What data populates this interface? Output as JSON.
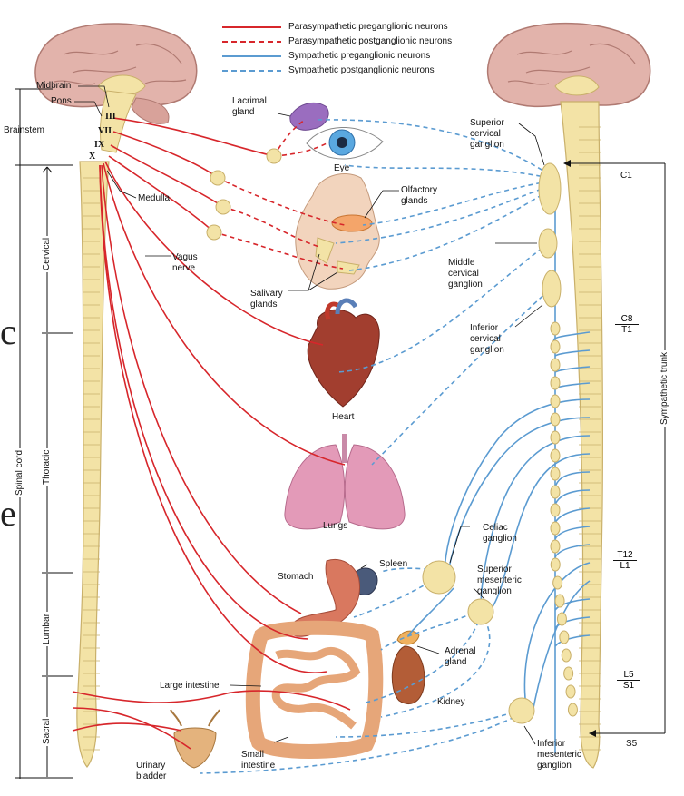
{
  "legend": {
    "parasympathetic_pre": "Parasympathetic preganglionic neurons",
    "parasympathetic_post": "Parasympathetic postganglionic neurons",
    "sympathetic_pre": "Sympathetic preganglionic neurons",
    "sympathetic_post": "Sympathetic postganglionic neurons"
  },
  "colors": {
    "parasympathetic": "#d7262b",
    "sympathetic": "#5b9bd1",
    "spinal_cord": "#f3e3a6",
    "brain": "#e6b8b0"
  },
  "left_labels": {
    "midbrain": "Midbrain",
    "pons": "Pons",
    "brainstem": "Brainstem",
    "medulla": "Medulla",
    "vagus_nerve": "Vagus\nnerve",
    "cranial_nerves": [
      "III",
      "VII",
      "IX",
      "X"
    ],
    "spinal_cord": "Spinal cord",
    "cervical": "Cervical",
    "thoracic": "Thoracic",
    "lumbar": "Lumbar",
    "sacral": "Sacral",
    "cutoff_letters": [
      "c",
      "e"
    ]
  },
  "organs": {
    "lacrimal_gland": "Lacrimal\ngland",
    "eye": "Eye",
    "olfactory_glands": "Olfactory\nglands",
    "salivary_glands": "Salivary\nglands",
    "heart": "Heart",
    "lungs": "Lungs",
    "stomach": "Stomach",
    "spleen": "Spleen",
    "adrenal_gland": "Adrenal\ngland",
    "kidney": "Kidney",
    "large_intestine": "Large intestine",
    "small_intestine": "Small\nintestine",
    "urinary_bladder": "Urinary\nbladder"
  },
  "ganglia": {
    "superior_cervical": "Superior\ncervical\nganglion",
    "middle_cervical": "Middle\ncervical\nganglion",
    "inferior_cervical": "Inferior\ncervical\nganglion",
    "celiac": "Celiac\nganglion",
    "superior_mesenteric": "Superior\nmesenteric\nganglion",
    "inferior_mesenteric": "Inferior\nmesenteric\nganglion"
  },
  "right_labels": {
    "c1": "C1",
    "c8": "C8",
    "t1": "T1",
    "t12": "T12",
    "l1": "L1",
    "l5": "L5",
    "s1": "S1",
    "s5": "S5",
    "sympathetic_trunk": "Sympathetic trunk"
  }
}
